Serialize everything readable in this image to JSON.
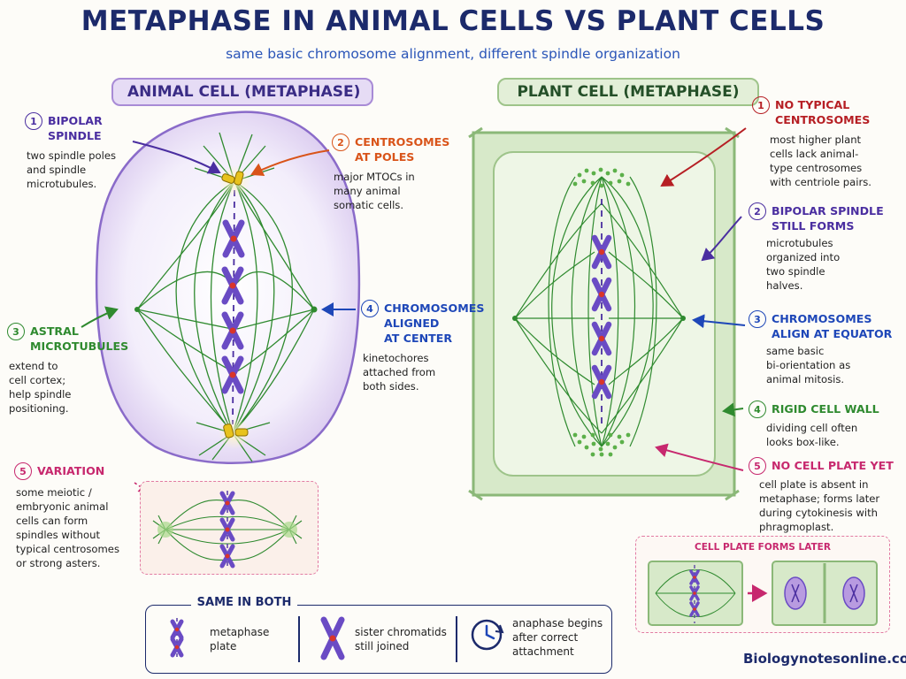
{
  "title": "METAPHASE IN ANIMAL CELLS VS PLANT CELLS",
  "subtitle": "same basic chromosome alignment, different spindle organization",
  "animal": {
    "pill": "ANIMAL CELL (METAPHASE)",
    "annotations": [
      {
        "num": "1",
        "heading": "BIPOLAR\nSPINDLE",
        "body": "two spindle poles\nand spindle\nmicrotubules."
      },
      {
        "num": "2",
        "heading": "CENTROSOMES\nAT POLES",
        "body": "major MTOCs in\nmany animal\nsomatic cells."
      },
      {
        "num": "3",
        "heading": "ASTRAL\nMICROTUBULES",
        "body": "extend to\ncell cortex;\nhelp spindle\npositioning."
      },
      {
        "num": "4",
        "heading": "CHROMOSOMES\nALIGNED\nAT CENTER",
        "body": "kinetochores\nattached from\nboth sides."
      },
      {
        "num": "5",
        "heading": "VARIATION",
        "body": "some meiotic /\nembryonic animal\ncells can form\nspindles without\ntypical centrosomes\nor strong asters."
      }
    ]
  },
  "plant": {
    "pill": "PLANT CELL (METAPHASE)",
    "annotations": [
      {
        "num": "1",
        "heading": "NO TYPICAL\nCENTROSOMES",
        "body": "most higher plant\ncells lack animal-\ntype centrosomes\nwith centriole pairs."
      },
      {
        "num": "2",
        "heading": "BIPOLAR SPINDLE\nSTILL FORMS",
        "body": "microtubules\norganized into\ntwo spindle\nhalves."
      },
      {
        "num": "3",
        "heading": "CHROMOSOMES\nALIGN AT EQUATOR",
        "body": "same basic\nbi-orientation as\nanimal mitosis."
      },
      {
        "num": "4",
        "heading": "RIGID CELL WALL",
        "body": "dividing cell often\nlooks box-like."
      },
      {
        "num": "5",
        "heading": "NO CELL PLATE YET",
        "body": "cell plate is absent in\nmetaphase; forms later\nduring cytokinesis with\nphragmoplast."
      }
    ],
    "plate_inset_title": "CELL PLATE FORMS LATER"
  },
  "same_in_both": {
    "title": "SAME IN BOTH",
    "items": [
      {
        "icon": "metaphase-plate-icon",
        "text": "metaphase\nplate"
      },
      {
        "icon": "sister-chromatids-icon",
        "text": "sister chromatids\nstill joined"
      },
      {
        "icon": "clock-icon",
        "text": "anaphase begins\nafter correct\nattachment"
      }
    ]
  },
  "footer": "Biologynotesonline.com",
  "colors": {
    "navy": "#1c2a6b",
    "purple": "#4a2ea0",
    "orange": "#d9541a",
    "green": "#2f8a2f",
    "blue": "#1e47b8",
    "pink": "#c7286e",
    "red": "#b61f24",
    "chromosome": "#6a4bc4",
    "spindle": "#2f8a2f",
    "centrosome": "#e8c21c"
  }
}
